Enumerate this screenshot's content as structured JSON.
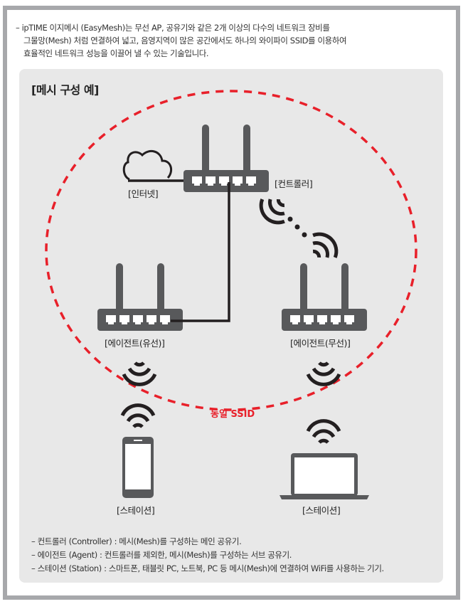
{
  "intro": {
    "lines": [
      "– ipTIME 이지메시 (EasyMesh)는 무선 AP, 공유기와 같은 2개 이상의 다수의 네트워크 장비를",
      "그물망(Mesh) 처럼 연결하여 넓고, 음영지역이 많은 공간에서도 하나의 와이파이 SSID를 이용하여",
      "효율적인 네트워크 성능을 이끌어 낼 수 있는 기술입니다."
    ]
  },
  "diagram": {
    "title": "[메시 구성 예]",
    "internet_label": "[인터넷]",
    "controller_label": "[컨트롤러]",
    "agent_wired_label": "[에이전트(유선)]",
    "agent_wireless_label": "[에이전트(무선)]",
    "ssid_label": "동일 SSID",
    "station_phone_label": "[스테이션]",
    "station_laptop_label": "[스테이션]",
    "colors": {
      "device": "#58595b",
      "ssid": "#e8202a",
      "panel": "#e8e8e8",
      "frame": "#a7a8ab"
    }
  },
  "notes": [
    "– 컨트롤러 (Controller) : 메시(Mesh)를 구성하는 메인 공유기.",
    "– 에이전트 (Agent) : 컨트롤러를 제외한, 메시(Mesh)를 구성하는 서브 공유기.",
    "– 스테이션 (Station) : 스마트폰, 태블릿 PC, 노트북, PC 등 메시(Mesh)에 연결하여 WiFi를 사용하는 기기."
  ]
}
